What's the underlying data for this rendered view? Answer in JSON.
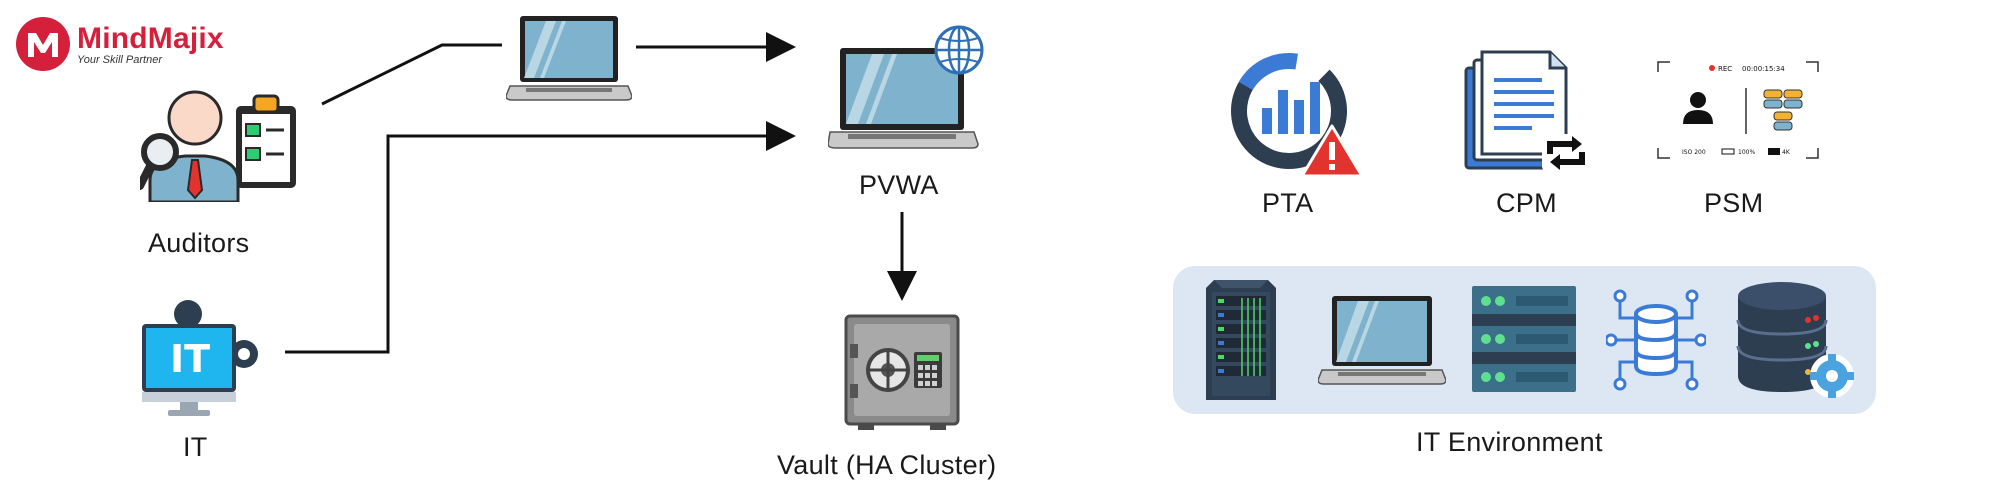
{
  "logo": {
    "name": "MindMajix",
    "tagline": "Your Skill Partner",
    "brand_color": "#d5203c"
  },
  "nodes": {
    "auditors": {
      "label": "Auditors"
    },
    "it": {
      "label": "IT",
      "icon_text": "IT"
    },
    "pvwa": {
      "label": "PVWA"
    },
    "vault": {
      "label": "Vault  (HA Cluster)"
    },
    "pta": {
      "label": "PTA"
    },
    "cpm": {
      "label": "CPM"
    },
    "psm": {
      "label": "PSM",
      "rec_text": "REC",
      "timer": "00:00:15:34",
      "iso": "ISO 200",
      "battery": "100%",
      "format": "4K"
    }
  },
  "it_environment": {
    "label": "IT Environment"
  },
  "colors": {
    "laptop_screen": "#7fb2cc",
    "it_blue": "#1fb6f0",
    "server_navy": "#2d3e50",
    "rack_teal": "#3b6f8a",
    "pta_blue": "#3b7bd6",
    "alert_red": "#e2332f",
    "panel": "#dde7f4"
  }
}
